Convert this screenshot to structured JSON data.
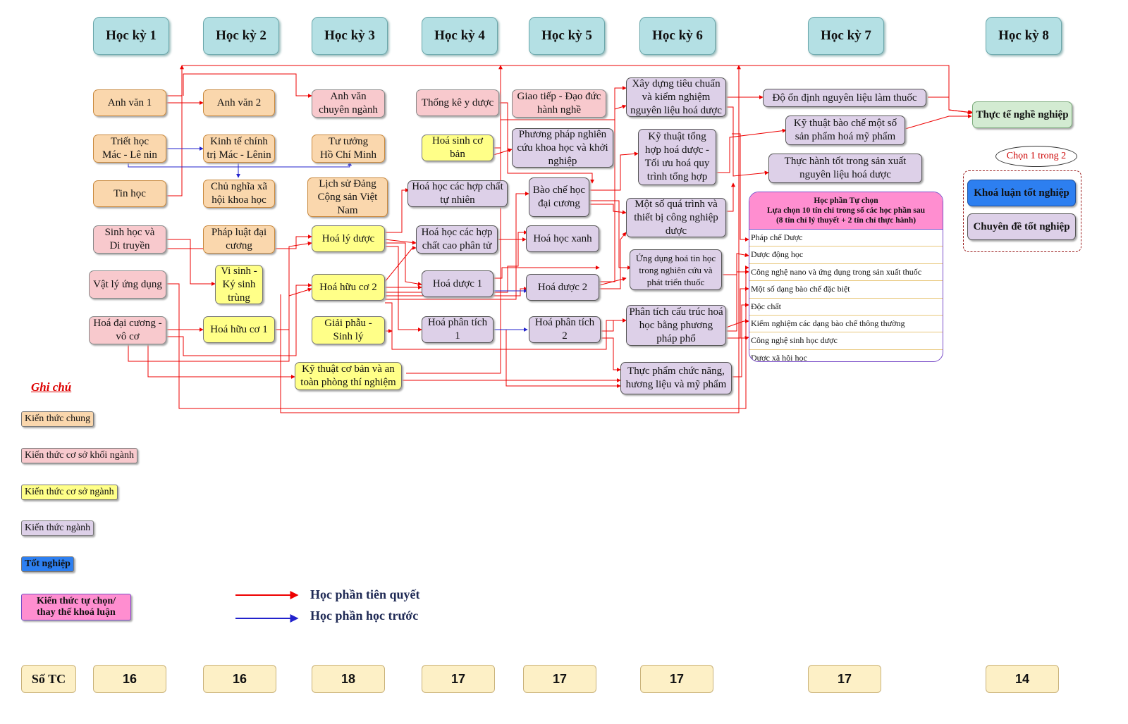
{
  "semesters": [
    "Học kỳ 1",
    "Học kỳ 2",
    "Học kỳ 3",
    "Học kỳ 4",
    "Học kỳ 5",
    "Học kỳ 6",
    "Học kỳ 7",
    "Học kỳ 8"
  ],
  "courses": {
    "anh_van_1": "Anh văn 1",
    "triet_hoc": "Triết học\nMác - Lê nin",
    "tin_hoc": "Tin học",
    "sinh_hoc": "Sinh học và\nDi truyền",
    "vat_ly": "Vật lý ứng dụng",
    "hoa_dai_cuong": "Hoá đại cương -\nvô cơ",
    "anh_van_2": "Anh văn 2",
    "kinh_te": "Kinh tế chính\ntrị Mác - Lênin",
    "cnxh": "Chủ nghĩa xã\nhội khoa học",
    "phap_luat": "Pháp luật đại\ncương",
    "vi_sinh": "Vi sinh -\nKý sinh\ntrùng",
    "hoa_huu_co_1": "Hoá hữu cơ 1",
    "anh_van_cn": "Anh văn\nchuyên ngành",
    "tu_tuong": "Tư tưởng\nHồ Chí Minh",
    "lich_su": "Lịch sử Đảng\nCộng sản Việt\nNam",
    "hoa_ly_duoc": "Hoá lý dược",
    "hoa_huu_co_2": "Hoá hữu cơ 2",
    "giai_phau": "Giải phẫu -\nSinh lý",
    "ky_thuat_co_ban": "Kỹ thuật cơ bản và an\ntoàn phòng thí nghiệm",
    "thong_ke": "Thống kê y dược",
    "hoa_sinh": "Hoá sinh cơ bản",
    "hoa_hop_chat_tn": "Hoá học các hợp chất\ntự nhiên",
    "hoa_cao_phan_tu": "Hoá học các hợp\nchất cao phân tử",
    "hoa_duoc_1": "Hoá dược 1",
    "hoa_phan_tich_1": "Hoá phân tích 1",
    "giao_tiep": "Giao tiếp - Đạo đức\nhành nghề",
    "pp_nghien_cuu": "Phương pháp nghiên\ncứu khoa học và khởi\nnghiệp",
    "bao_che": "Bào chế học\nđại cương",
    "hoa_xanh": "Hoá học xanh",
    "hoa_duoc_2": "Hoá dược 2",
    "hoa_phan_tich_2": "Hoá phân tích 2",
    "xay_dung": "Xây dựng tiêu chuẩn\nvà kiểm nghiệm\nnguyên liệu hoá dược",
    "ky_thuat_tong_hop": "Kỹ thuật tổng\nhợp hoá dược -\nTối ưu hoá quy\ntrình tổng hợp",
    "mot_so_qua_trinh": "Một số quá trình và\nthiết bị công nghiệp\ndược",
    "ung_dung_tin_hoc": "Ứng dụng hoá tin học\ntrong nghiên cứu và\nphát triển thuốc",
    "phan_tich_cau_truc": "Phân tích cấu trúc hoá\nhọc bằng phương\npháp phổ",
    "thuc_pham": "Thực phẩm chức năng,\nhương liệu và mỹ phẩm",
    "do_on_dinh": "Độ ổn định nguyên liệu làm thuốc",
    "ky_thuat_bao_che": "Kỹ thuật bào chế một số\nsản phẩm hoá mỹ phẩm",
    "thuc_hanh_tot": "Thực hành tốt trong sản xuất\nnguyên liệu hoá dược",
    "thuc_te": "Thực tế nghề nghiệp",
    "khoa_luan": "Khoá luận tốt nghiệp",
    "chuyen_de": "Chuyên đề tốt nghiệp"
  },
  "elective": {
    "title": "Học phần Tự chọn",
    "subtitle": "Lựa chọn 10 tín chỉ trong số các học phần sau",
    "note": "(8 tín chỉ lý thuyết + 2 tín chỉ thực hành)",
    "items": [
      "Pháp chế Dược",
      "Dược động học",
      "Công nghệ nano và ứng dụng trong sản xuất thuốc",
      "Một số dạng bào chế đặc biệt",
      "Độc chất",
      "Kiểm nghiệm các dạng bào chế thông thường",
      "Công nghệ sinh học dược",
      "Dược xã hội học"
    ]
  },
  "choice_label": "Chọn 1 trong 2",
  "legend": {
    "title": "Ghi chú",
    "items": [
      "Kiến thức chung",
      "Kiến thức cơ sở khối ngành",
      "Kiến thức cơ sở ngành",
      "Kiến thức ngành",
      "Tốt nghiệp",
      "Kiến thức tự chọn/\nthay thế khoá luận"
    ],
    "prerequisite": "Học phần tiên quyết",
    "prior": "Học phần học trước"
  },
  "credits": {
    "label": "Số TC",
    "values": [
      "16",
      "16",
      "18",
      "17",
      "17",
      "17",
      "17",
      "14"
    ]
  },
  "colors": {
    "semester": "#b4e0e4",
    "general": "#fad7ad",
    "base": "#f8c9cd",
    "core": "#ffff88",
    "major": "#ddd0e8",
    "graduation": "#2d7ff0",
    "elective": "#ff8ed0",
    "practice": "#d3ebd2",
    "prerequisite_arrow": "#ff0000",
    "prior_arrow": "#0000cc"
  }
}
